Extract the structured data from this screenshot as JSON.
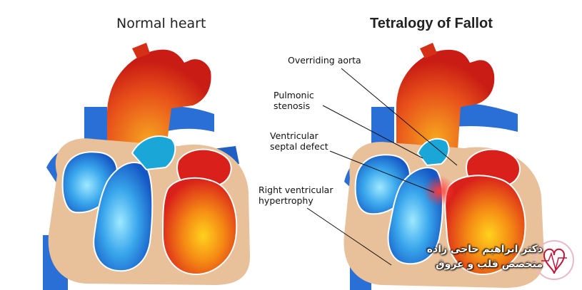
{
  "titles": {
    "normal": "Normal heart",
    "tof": "Tetralogy of Fallot"
  },
  "labels": {
    "overriding_aorta": "Overriding aorta",
    "pulmonic_stenosis_1": "Pulmonic",
    "pulmonic_stenosis_2": "stenosis",
    "vsd_1": "Ventricular",
    "vsd_2": "septal defect",
    "rvh_1": "Right ventricular",
    "rvh_2": "hypertrophy"
  },
  "watermark": {
    "line1": "دکتر ابراهیم حاجی زاده",
    "line2": "متخصص قلب و عروق"
  },
  "colors": {
    "oxygenated": "#e0301e",
    "deoxygenated": "#1e6fd8",
    "wall": "#e8c09a",
    "outline": "#ffffff"
  }
}
